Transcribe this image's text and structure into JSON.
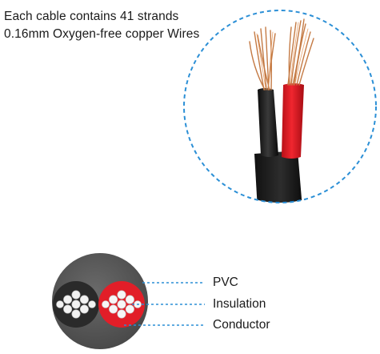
{
  "caption": {
    "line1": "Each cable contains 41 strands",
    "line2": "0.16mm Oxygen-free copper Wires"
  },
  "callouts": [
    {
      "label": "PVC"
    },
    {
      "label": "Insulation"
    },
    {
      "label": "Conductor"
    }
  ],
  "colors": {
    "accent_dashed": "#2b8fd6",
    "red_wire": "#e5202a",
    "black_wire": "#1b1b1b",
    "jacket": "#5a5a5a",
    "copper": "#c97a45"
  },
  "icons": [
    "cable-closeup-illustration",
    "cable-cross-section-illustration"
  ]
}
